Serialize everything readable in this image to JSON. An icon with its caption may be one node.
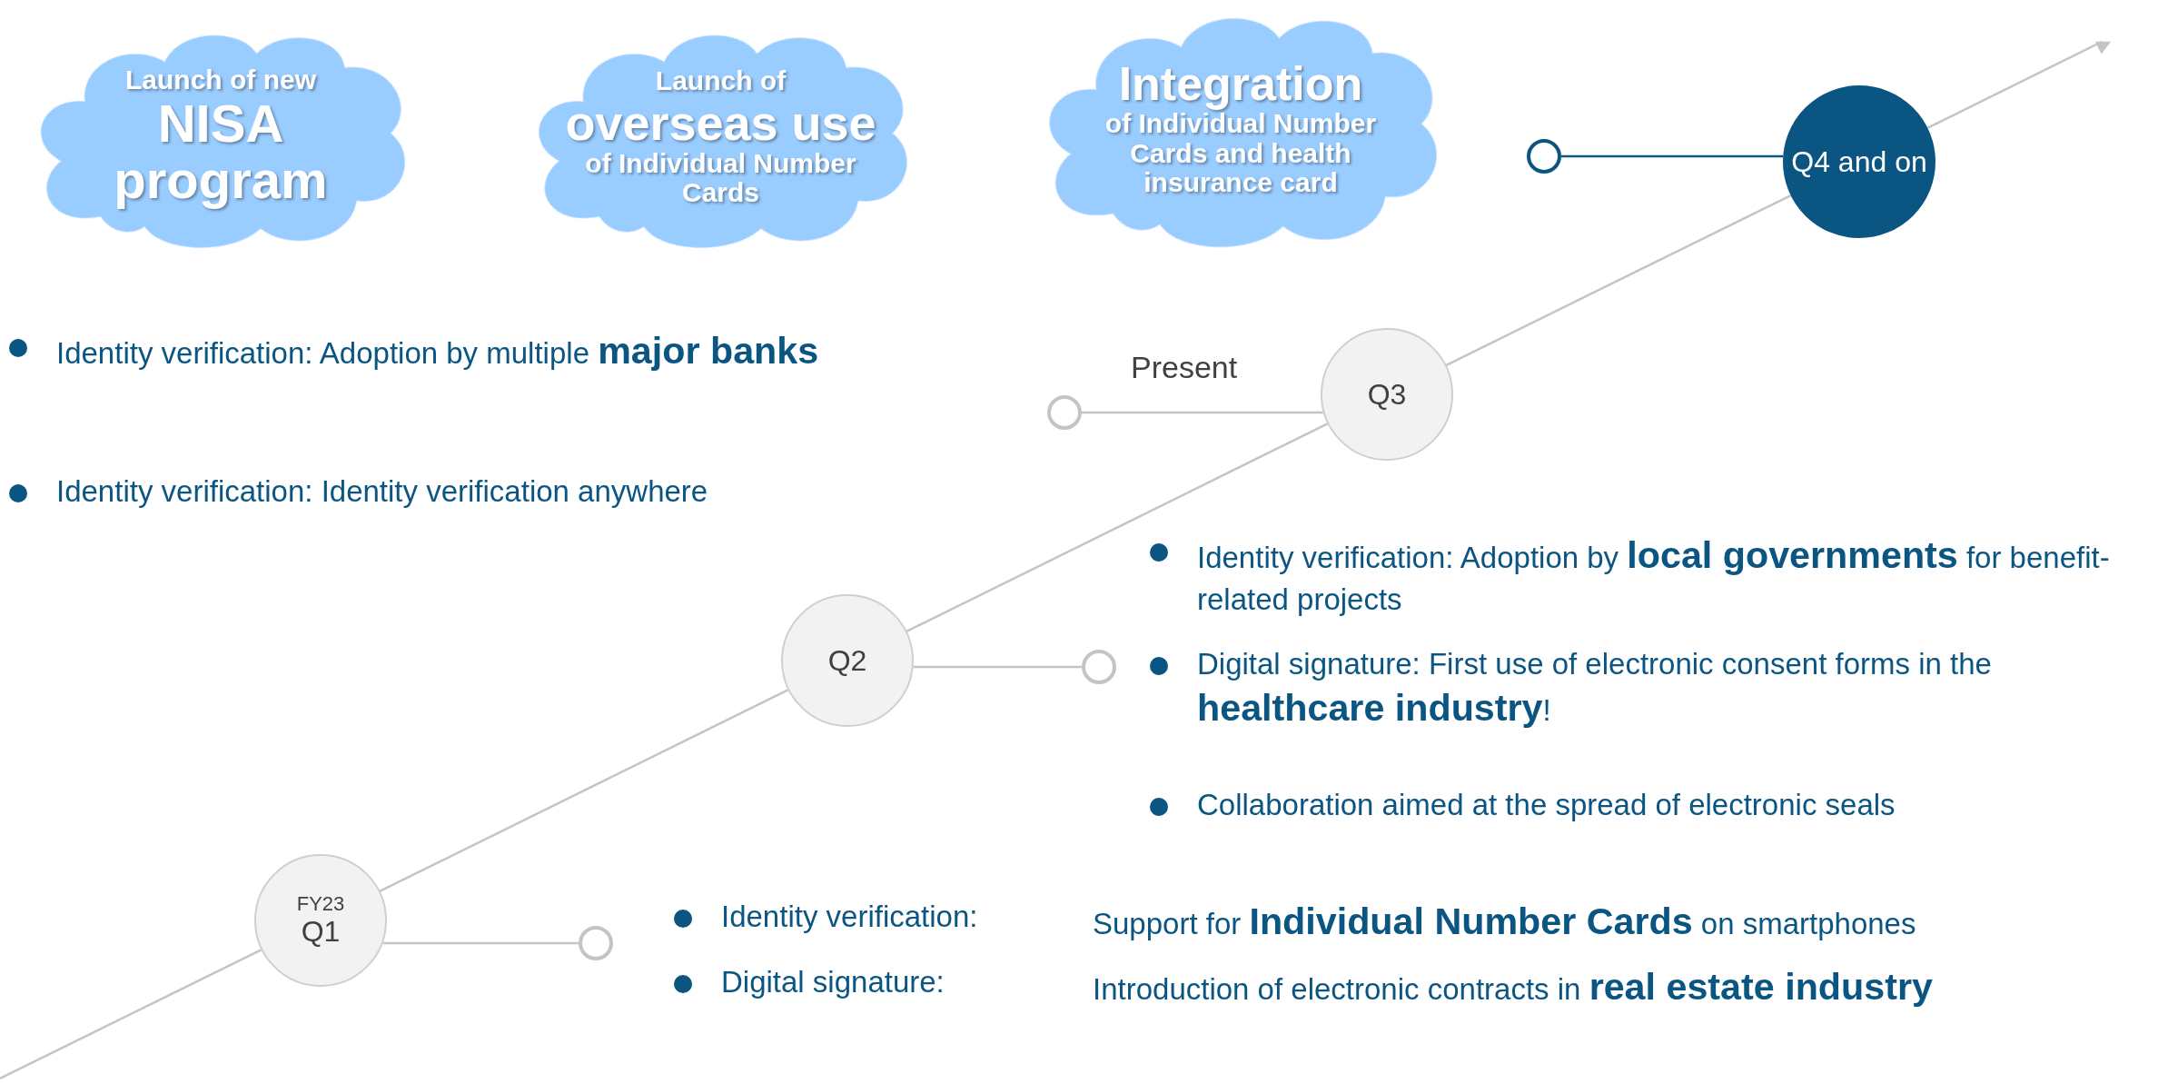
{
  "diagram": {
    "nodes": [
      {
        "text": [
          "Launch of new",
          "NISA program"
        ]
      },
      {
        "text": [
          "Launch of",
          "overseas use",
          "of Individual Number Cards"
        ]
      },
      {
        "text": [
          "Integration",
          "of Individual Number Cards and health insurance card"
        ]
      },
      {
        "text": [],
        "shape": "circle"
      },
      {
        "text": [
          "Q4 and on"
        ]
      },
      {
        "text": [],
        "shape": "circle"
      },
      {
        "text": [
          "Q3"
        ]
      },
      {
        "text": [
          "Q2"
        ]
      },
      {
        "text": [],
        "shape": "circle"
      },
      {
        "text": [
          "FY23",
          "Q1"
        ]
      },
      {
        "text": [],
        "shape": "circle"
      }
    ],
    "edges": [
      {
        "from": null,
        "to": 9,
        "arrow": "none"
      },
      {
        "from": 9,
        "to": 7,
        "arrow": "none"
      },
      {
        "from": 7,
        "to": 6,
        "arrow": "none"
      },
      {
        "from": 6,
        "to": 4,
        "arrow": "none"
      },
      {
        "from": 4,
        "to": null,
        "arrow": "to"
      },
      {
        "from": 4,
        "to": 3,
        "arrow": "none",
        "color": "#0b5583"
      },
      {
        "from": 6,
        "to": 5,
        "arrow": "none"
      },
      {
        "from": 7,
        "to": 8,
        "arrow": "none"
      },
      {
        "from": 9,
        "to": 10,
        "arrow": "none"
      }
    ],
    "labels": [
      "Identity verification: Adoption by multiple **major banks**",
      "Identity verification: Identity verification anywhere",
      "Present",
      "Identity verification: Adoption by **local governments** for benefit-related projects",
      "Digital signature: First use of electronic consent forms in the **healthcare industry**!",
      "Collaboration aimed at the spread of electronic seals",
      "Identity verification:",
      "Support for **Individual Number Cards** on smartphones",
      "Digital signature:",
      "Introduction of electronic contracts in **real estate industry**"
    ]
  }
}
